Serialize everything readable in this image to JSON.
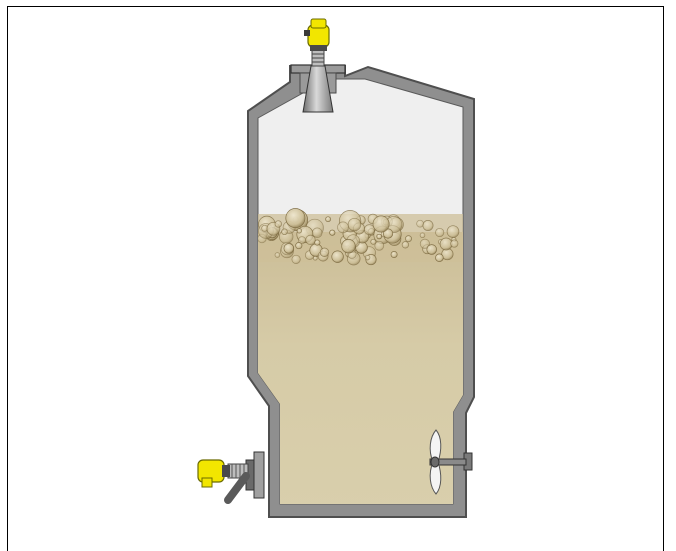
{
  "figure": {
    "caption": "",
    "components": [
      "vessel",
      "foam-layer",
      "liquid-medium",
      "radar-sensor",
      "side-mounted-sensor",
      "agitator"
    ]
  },
  "colors": {
    "tank_wall": "#8c8c8c",
    "tank_wall_outline": "#555555",
    "headspace": "#efefef",
    "liquid": "#d4c8a4",
    "foam": "#c3b48c",
    "sensor_yellow": "#f2e600",
    "sensor_dark": "#3a3a3a",
    "agitator_blade": "#f4f4f4"
  }
}
